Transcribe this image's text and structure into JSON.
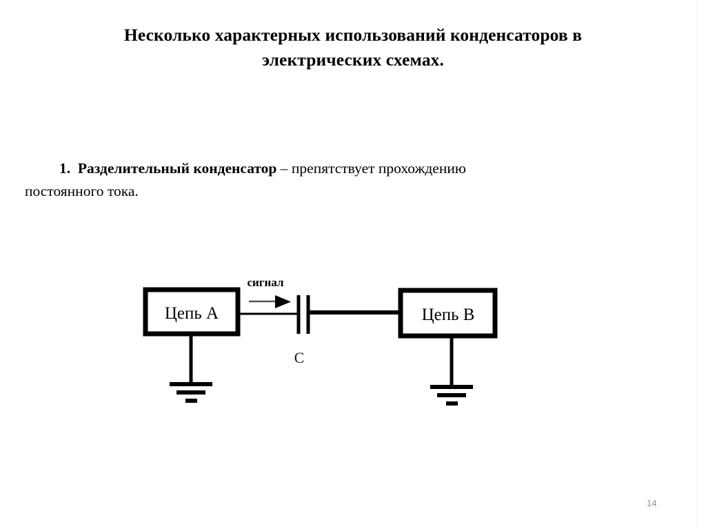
{
  "slide": {
    "title_line1": "Несколько характерных использований конденсаторов в",
    "title_line2": "электрических схемах.",
    "page_number": "14"
  },
  "body": {
    "item_number": "1.",
    "bold_part": "Разделительный конденсатор",
    "dash": "–",
    "rest_line1": "препятствует прохождению",
    "line2": "постоянного тока."
  },
  "diagram": {
    "type": "circuit-schematic",
    "block_a_label": "Цепь А",
    "block_b_label": "Цепь В",
    "capacitor_label": "C",
    "signal_label": "сигнал",
    "line_color": "#000000",
    "background": "#ffffff"
  }
}
